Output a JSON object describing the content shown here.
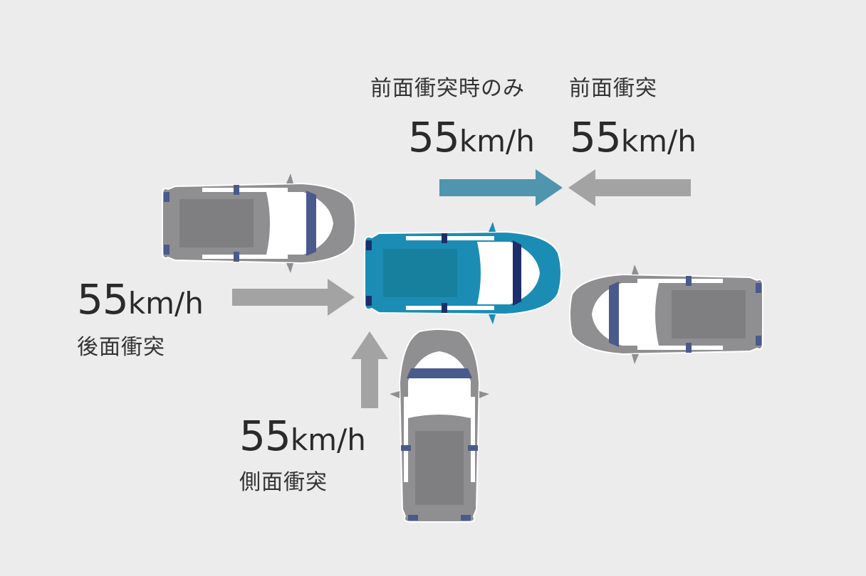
{
  "colors": {
    "background": "#ececec",
    "car_gray": "#8f8f91",
    "car_blue": "#1b8db5",
    "arrow_gray": "#a3a3a3",
    "arrow_blue": "#4e95ad",
    "glass": "#ffffff",
    "trim": "#4a5a8c"
  },
  "front_only": {
    "title": "前面衝突時のみ",
    "speed_value": "55",
    "speed_unit": "km/h"
  },
  "front": {
    "title": "前面衝突",
    "speed_value": "55",
    "speed_unit": "km/h"
  },
  "rear": {
    "title": "後面衝突",
    "speed_value": "55",
    "speed_unit": "km/h"
  },
  "side": {
    "title": "側面衝突",
    "speed_value": "55",
    "speed_unit": "km/h"
  }
}
